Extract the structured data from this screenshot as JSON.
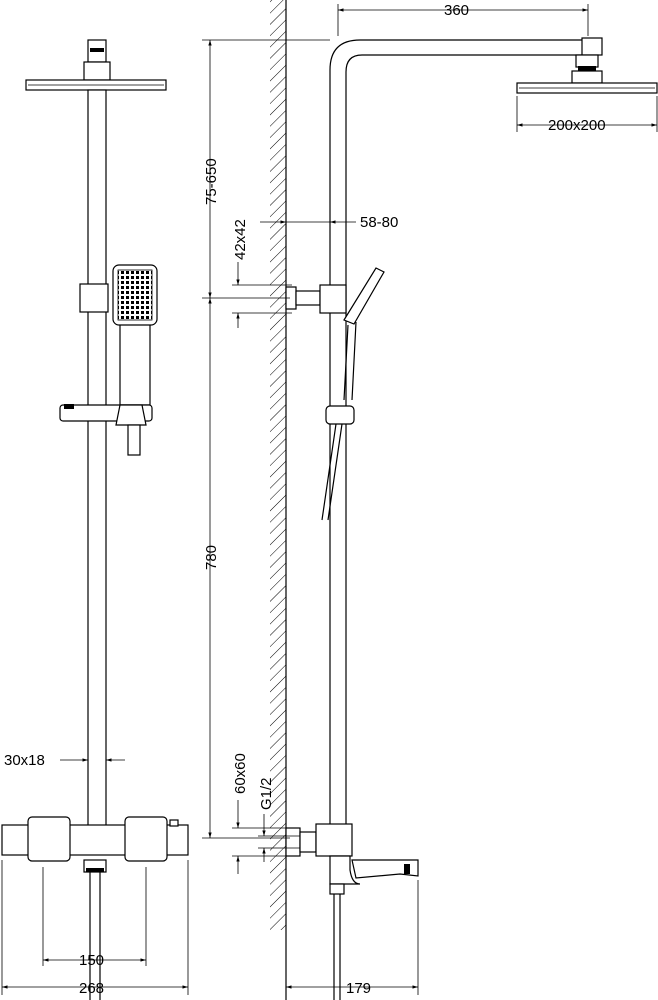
{
  "dimensions": {
    "top_width": "360",
    "head_size": "200x200",
    "height_range": "75-650",
    "wall_offset": "58-80",
    "holder_size": "42x42",
    "rail_length": "780",
    "bar_section": "30x18",
    "mixer_plate": "60x60",
    "thread": "G1/2",
    "inlet_spacing": "150",
    "mixer_width": "268",
    "projection": "179"
  },
  "colors": {
    "line": "#000000",
    "background": "#ffffff"
  }
}
